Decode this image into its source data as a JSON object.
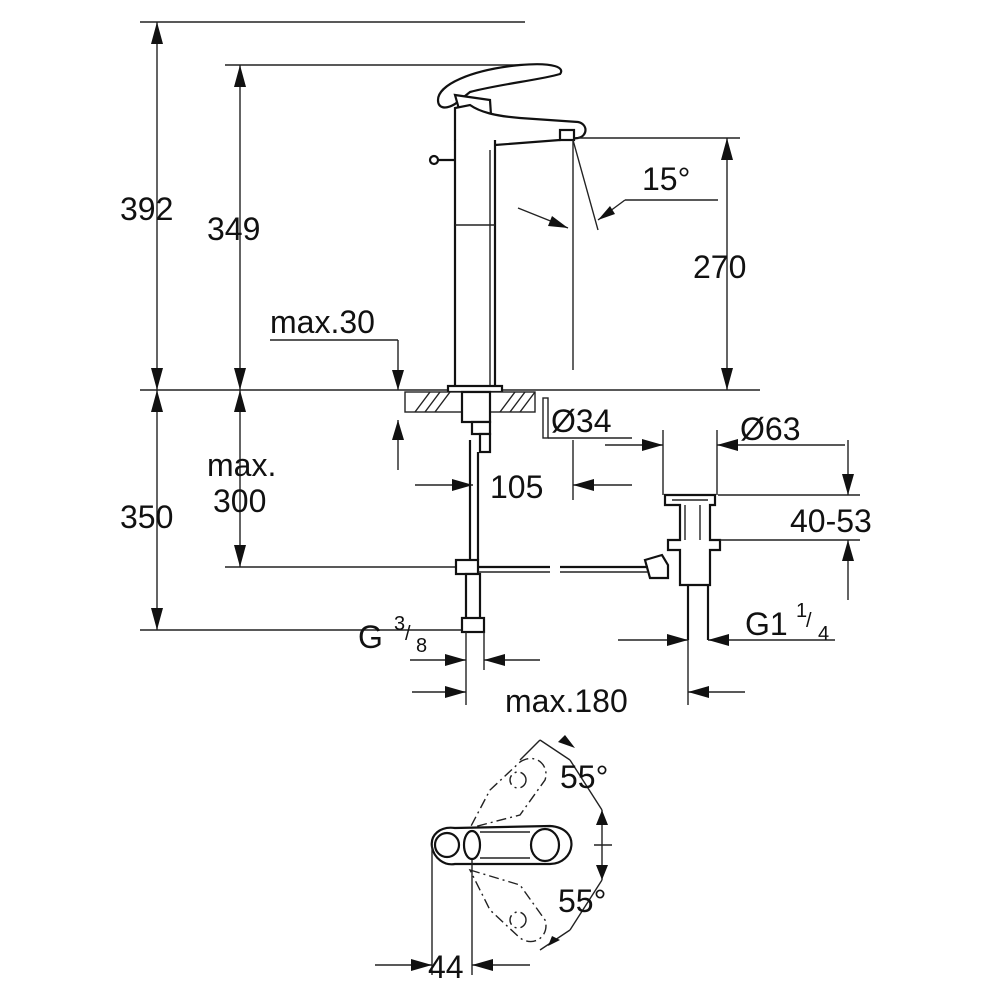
{
  "drawing": {
    "dimensions": {
      "total_height": "392",
      "spout_height": "349",
      "outlet_height": "270",
      "spout_angle": "15°",
      "deck_thickness": "max.30",
      "hole_diameter": "Ø34",
      "below_deck": "350",
      "max_below": "max.",
      "max_below_value": "300",
      "reach": "105",
      "waste_diameter": "Ø63",
      "waste_range": "40-53",
      "waste_thread_main": "G1",
      "waste_thread_num": "1",
      "waste_thread_den": "4",
      "supply_thread_main": "G",
      "supply_thread_num": "3",
      "supply_thread_den": "8",
      "max_projection": "max.180",
      "lever_angle_top": "55°",
      "lever_angle_bottom": "55°",
      "lever_width": "44"
    }
  }
}
